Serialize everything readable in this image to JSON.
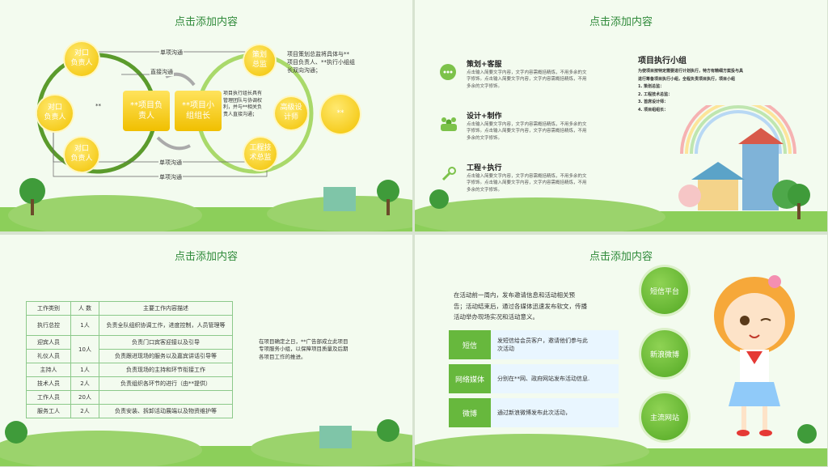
{
  "s1": {
    "title": "点击添加内容",
    "n_top": "对口\n负责人",
    "n_left": "对口\n负责人",
    "n_bottom": "对口\n负责人",
    "n_left_mark": "**",
    "box_a": "**项目负\n责人",
    "box_b": "**项目小\n组组长",
    "n_plan": "策划\n总监",
    "n_design": "高级设\n计师",
    "n_tech": "工程技\n术总监",
    "n_right": "**",
    "lbl_top": "单项沟通",
    "lbl_direct": "直接沟通",
    "lbl_bot1": "单项沟通",
    "lbl_bot2": "单项沟通",
    "note1": "项目策划总监将具体与**\n项目负责人、**执行小组组\n长双向沟通；",
    "note2": "项目执行组长具有\n管理团队与协调权\n利，并与**相关负\n责人直接沟通；"
  },
  "s2": {
    "title": "点击添加内容",
    "g1": {
      "head": "策划+客服",
      "text": "点击输入简要文字内容，文字内容需概括精炼，不用多余的文字修饰。点击输入简要文字内容，文字内容需概括精炼，不用多余的文字修饰。"
    },
    "g2": {
      "head": "设计+制作",
      "text": "点击输入简要文字内容，文字内容需概括精炼，不用多余的文字修饰。点击输入简要文字内容，文字内容需概括精炼，不用多余的文字修饰。"
    },
    "g3": {
      "head": "工程+执行",
      "text": "点击输入简要文字内容，文字内容需概括精炼，不用多余的文字修饰。点击输入简要文字内容，文字内容需概括精炼，不用多余的文字修饰。"
    },
    "right_title": "项目执行小组",
    "right_text": "为使项目按特定需要进行计划执行，特方有精细方案投与具\n进行筹备项目执行小组，全程负责项目执行，项目小组\n1. 策划总监：\n2. 工程技术总监：\n3. 首席设计师：\n4. 项目组组长："
  },
  "s3": {
    "title": "点击添加内容",
    "headers": [
      "工作类别",
      "人 数",
      "主要工作内容描述"
    ],
    "rows": [
      [
        "执行总控",
        "1人",
        "负责全队组织协调工作，进度控制，人员管理等"
      ],
      [
        "迎宾人员",
        "10人",
        "负责门口宾客迎接以及引导"
      ],
      [
        "礼仪人员",
        "",
        "负责跟进现场的服务以及嘉宾讲话引导等"
      ],
      [
        "主持人",
        "1人",
        "负责现场的主持和环节衔接工作"
      ],
      [
        "技术人员",
        "2人",
        "负责组织各环节的进行（由**提供）"
      ],
      [
        "工作人员",
        "20人",
        ""
      ],
      [
        "服务工人",
        "2人",
        "负责安装、拆卸活动展端以及物资维护等"
      ]
    ],
    "note": "在项目确定之日，**广告部成立此项目\n专项服务小组，以保障项目质量及后期\n各项目工作的推进。"
  },
  "s4": {
    "title": "点击添加内容",
    "intro": "在活动前一周内，发布邀请信息和活动相关预\n告；活动结束后，通过各媒体迅速发布软文，传播\n活动举办现场实况和活动意义。",
    "rows": [
      {
        "tag": "短信",
        "text": "发短信给会员客户，邀请他们参与此\n次活动"
      },
      {
        "tag": "网络媒体",
        "text": "分别在**网、政府网站发布活动信息."
      },
      {
        "tag": "微博",
        "text": "通过新浪微博发布此次活动，"
      }
    ],
    "c1": "短信平台",
    "c2": "新浪微博",
    "c3": "主流网站"
  }
}
